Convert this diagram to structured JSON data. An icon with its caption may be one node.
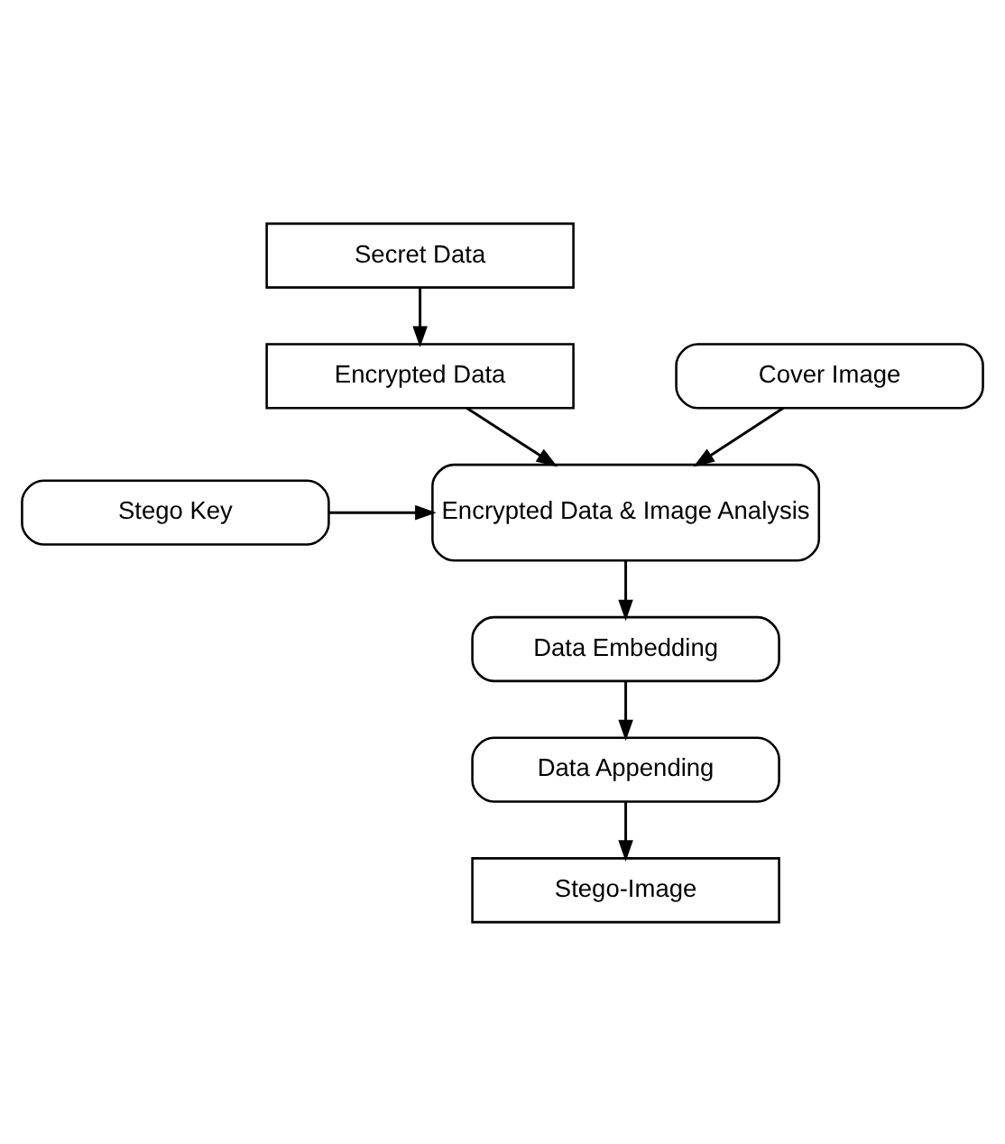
{
  "diagram": {
    "nodes": [
      {
        "text": [
          "Secret Data"
        ]
      },
      {
        "text": [
          "Encrypted Data"
        ]
      },
      {
        "text": [
          "Cover Image"
        ]
      },
      {
        "text": [
          "Stego Key"
        ]
      },
      {
        "text": [
          "Encrypted Data & Image Analysis"
        ]
      },
      {
        "text": [
          "Data Embedding"
        ]
      },
      {
        "text": [
          "Data Appending"
        ]
      },
      {
        "text": [
          "Stego-Image"
        ]
      }
    ],
    "edges": [
      {
        "from": 0,
        "to": 1,
        "arrow": "to"
      },
      {
        "from": 1,
        "to": 4,
        "arrow": "to"
      },
      {
        "from": 2,
        "to": 4,
        "arrow": "to"
      },
      {
        "from": 3,
        "to": 4,
        "arrow": "to"
      },
      {
        "from": 4,
        "to": 5,
        "arrow": "to"
      },
      {
        "from": 5,
        "to": 6,
        "arrow": "to"
      },
      {
        "from": 6,
        "to": 7,
        "arrow": "to"
      }
    ]
  }
}
